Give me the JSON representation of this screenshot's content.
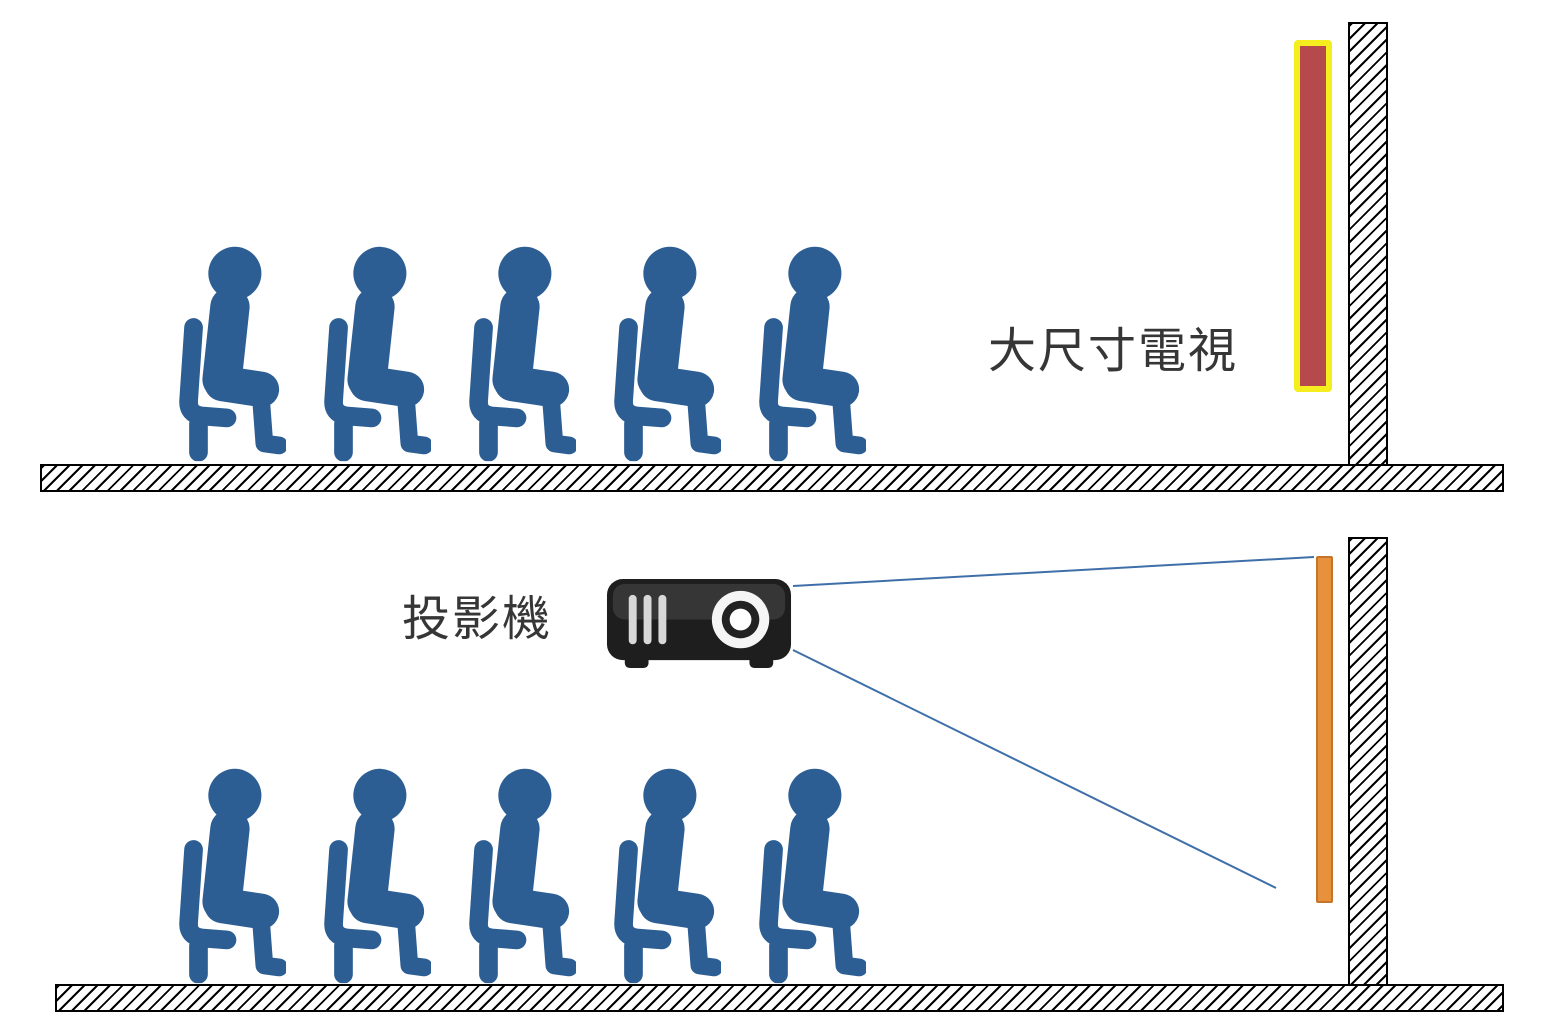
{
  "scenes": {
    "tv": {
      "label": "大尺寸電視",
      "audience_count": 5,
      "display_icon": "tv-screen",
      "wall_icon": "hatched-wall",
      "floor_icon": "hatched-floor"
    },
    "projector": {
      "label": "投影機",
      "audience_count": 5,
      "display_icon": "projection-screen",
      "projector_icon": "projector",
      "beam_icon": "projection-beam-lines",
      "wall_icon": "hatched-wall",
      "floor_icon": "hatched-floor"
    }
  },
  "colors": {
    "person_color": "#2C5E94",
    "tv_fill": "#B5494C",
    "tv_border": "#F5EE1E",
    "screen_fill": "#E8913C",
    "screen_border": "#C4752A",
    "beam_line": "#3F6FA8",
    "label_text": "#363636",
    "projector_body": "#1E1E1E",
    "hatch_color": "#000000",
    "background": "#FFFFFF"
  }
}
